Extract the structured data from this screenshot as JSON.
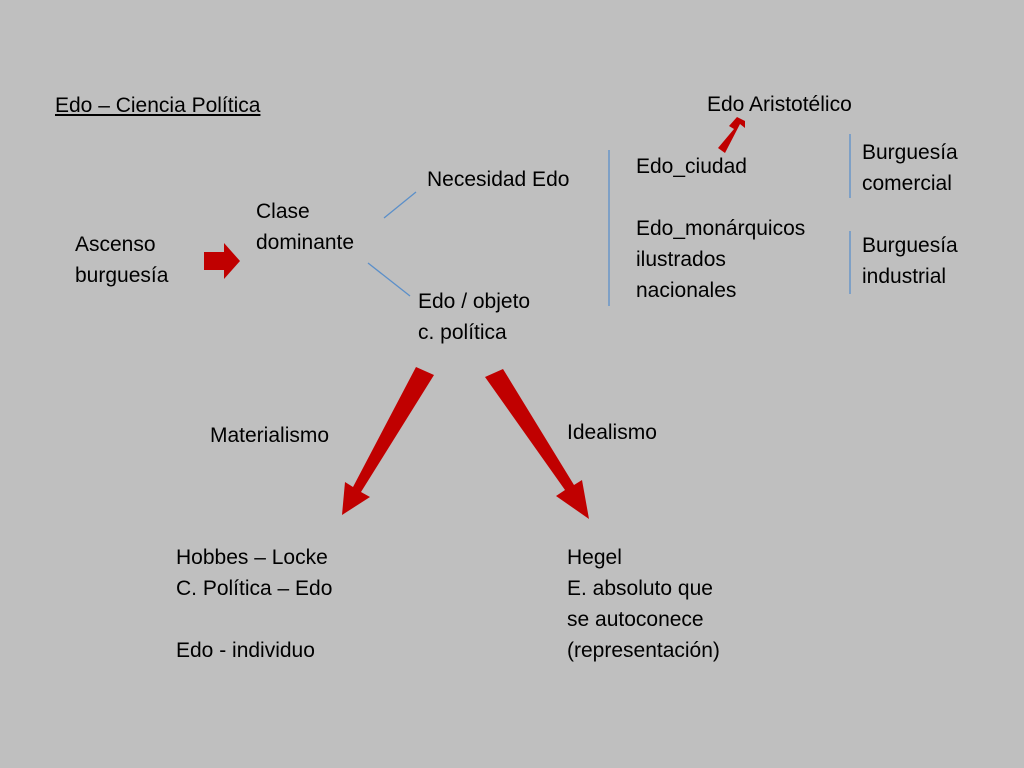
{
  "title": "Edo – Ciencia Política",
  "aristotle": "Edo Aristotélico",
  "ascenso": [
    "Ascenso",
    "burguesía"
  ],
  "clase": [
    "Clase",
    "dominante"
  ],
  "necesidad": "Necesidad Edo",
  "edo_objeto": [
    "Edo / objeto",
    "c. política"
  ],
  "edo_ciudad": "Edo_ciudad",
  "edo_monarquicos": [
    "Edo_monárquicos",
    "ilustrados",
    "nacionales"
  ],
  "burguesia_comercial": [
    "Burguesía",
    "comercial"
  ],
  "burguesia_industrial": [
    "Burguesía",
    "industrial"
  ],
  "materialismo": "Materialismo",
  "idealismo": "Idealismo",
  "hobbes": [
    "Hobbes – Locke",
    "C. Política – Edo",
    "",
    "Edo - individuo"
  ],
  "hegel": [
    "Hegel",
    "E. absoluto que",
    "se autoconece",
    "(representación)"
  ],
  "colors": {
    "arrow": "#c00000",
    "line": "#5b8fc9",
    "background": "#bfbfbf"
  }
}
